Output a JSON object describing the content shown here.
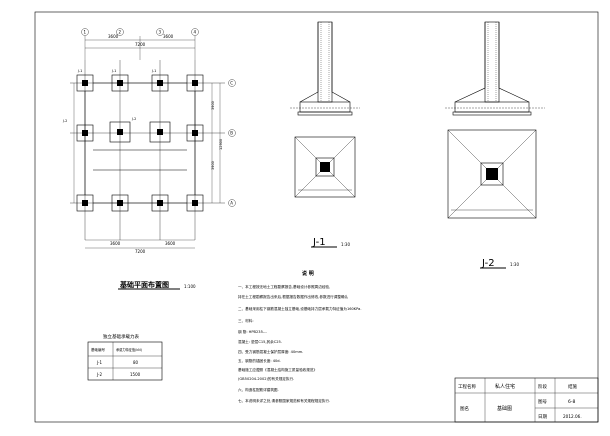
{
  "plan": {
    "title": "基础平面布置图",
    "scale": "1:100",
    "col_labels": [
      "1",
      "2",
      "3",
      "4"
    ],
    "row_labels": [
      "C",
      "B",
      "A"
    ],
    "top_dims": [
      "3600",
      "3600"
    ],
    "bottom_dims": [
      "3600",
      "3600"
    ],
    "total_dim": "7200",
    "side_dims": [
      "3900",
      "3900"
    ],
    "side_total": "12900",
    "footings": [
      "J-1",
      "J-2"
    ]
  },
  "detail_j1": {
    "title": "J-1",
    "scale": "1:30"
  },
  "detail_j2": {
    "title": "J-2",
    "scale": "1:30"
  },
  "table": {
    "title": "独立基础承载力表",
    "headers": [
      "基础编号",
      "承载力特征值(kN)"
    ],
    "rows": [
      [
        "J-1",
        "80"
      ],
      [
        "J-2",
        "1500"
      ]
    ]
  },
  "notes": {
    "title": "说 明",
    "items": [
      "一、本工程按无地土工程勘察报告,基础设计参照周边经验,",
      "    持在土工程勘察报告出来后,根据报告数据作出修改,参数进行调整确认",
      "二、基础采用柱下钢筋混凝土独立基础,设基础持力层承载力特征值为160KPa.",
      "三、材料:",
      "    钢 筋: HPB235---",
      "    混凝土: 垫层C15,其余C25.",
      "四、受力钢筋混凝土保护层厚度: 40mm.",
      "五、钢筋的锚固长度: 40d.",
      "    基础施工应遵照《混凝土结构施工质量验收规范》",
      "    (GB50204-2002)的有关规定执行.",
      "六、构造柱配筋详建筑图.",
      "七、本说明未详之处,请参照国家规范和有关规程规定执行."
    ]
  },
  "title_block": {
    "project_label": "工程名称",
    "project_value": "私人住宅",
    "design_stage_label": "阶段",
    "design_stage_value": "结施",
    "drawing_label": "图名",
    "drawing_value": "基础图",
    "number_label": "图号",
    "number_value": "6-8",
    "date_label": "日期",
    "date_value": "2012.06."
  }
}
